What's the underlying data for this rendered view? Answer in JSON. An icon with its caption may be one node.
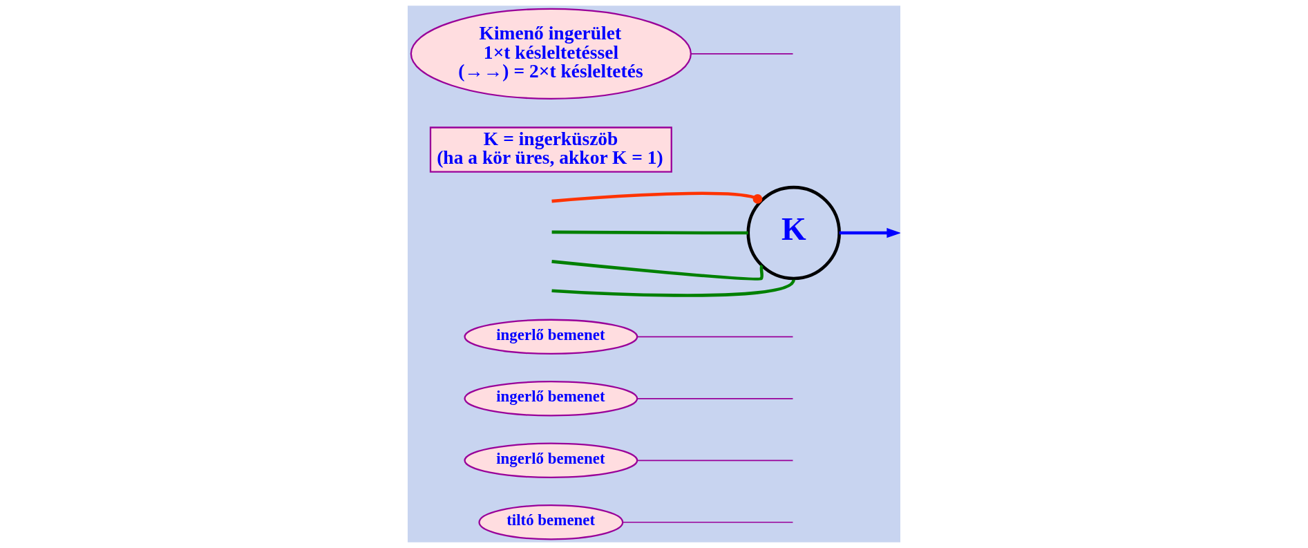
{
  "diagram": {
    "nodes": [
      {
        "text": [
          "tiltó bemenet"
        ]
      },
      {
        "text": [
          "ingerlő bemenet"
        ]
      },
      {
        "text": [
          "ingerlő bemenet"
        ]
      },
      {
        "text": [
          "ingerlő bemenet"
        ]
      },
      {
        "text": [
          "K"
        ]
      },
      {
        "text": [
          "K = ingerküszöb (ha a kör üres, akkor K = 1)"
        ]
      },
      {
        "text": [
          "Kimenő ingerület 1×t késleltetéssel (→→) = 2×t késleltetés"
        ]
      }
    ],
    "edges": [
      {
        "from": null,
        "to": 4,
        "arrow": "none",
        "style": "thick",
        "color": "#008000"
      },
      {
        "from": null,
        "to": 4,
        "arrow": "none",
        "style": "thick",
        "color": "#008000"
      },
      {
        "from": null,
        "to": 4,
        "arrow": "other",
        "style": "thick",
        "color": "#ff3300"
      },
      {
        "from": null,
        "to": 4,
        "arrow": "none",
        "style": "thick",
        "color": "#008000"
      },
      {
        "from": 4,
        "to": null,
        "arrow": "to",
        "style": "thick",
        "color": "#0000ff"
      },
      {
        "from": 0,
        "to": null,
        "arrow": "none"
      },
      {
        "from": 1,
        "to": null,
        "arrow": "none"
      },
      {
        "from": 2,
        "to": null,
        "arrow": "none"
      },
      {
        "from": 3,
        "to": null,
        "arrow": "none"
      },
      {
        "from": 6,
        "to": null,
        "arrow": "none"
      }
    ]
  }
}
